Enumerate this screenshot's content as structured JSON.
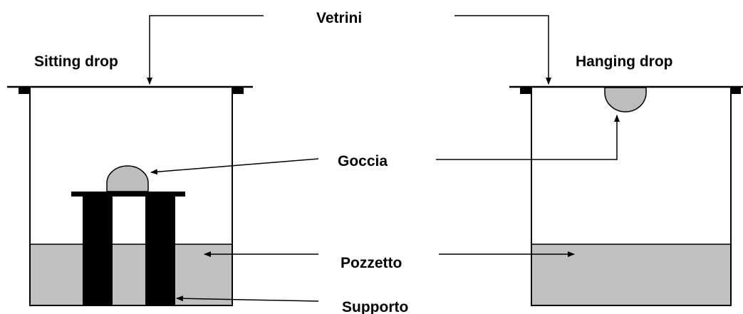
{
  "labels": {
    "vetrini": "Vetrini",
    "sitting_drop": "Sitting drop",
    "hanging_drop": "Hanging drop",
    "goccia": "Goccia",
    "pozzetto": "Pozzetto",
    "supporto": "Supporto"
  },
  "colors": {
    "line": "#000000",
    "reservoir": "#c0c0c0",
    "drop": "#bdbdbd",
    "background": "#ffffff"
  }
}
